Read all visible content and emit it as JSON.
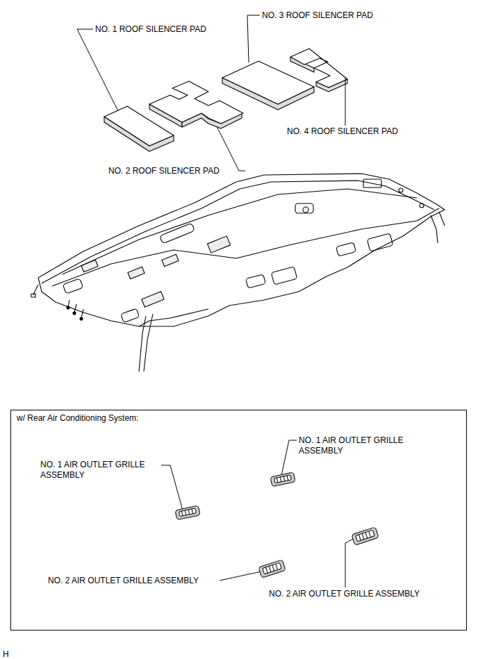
{
  "diagram": {
    "nodes": [
      {
        "text": [
          "w/ Rear Air Conditioning System:"
        ]
      }
    ],
    "labels": [
      "NO. 1 ROOF SILENCER PAD",
      "NO. 3 ROOF SILENCER PAD",
      "NO. 4 ROOF SILENCER PAD",
      "NO. 2 ROOF SILENCER PAD",
      "NO. 1 AIR OUTLET GRILLE ASSEMBLY",
      "NO. 1 AIR OUTLET GRILLE ASSEMBLY",
      "NO. 2 AIR OUTLET GRILLE ASSEMBLY",
      "NO. 2 AIR OUTLET GRILLE ASSEMBLY",
      "H"
    ]
  }
}
